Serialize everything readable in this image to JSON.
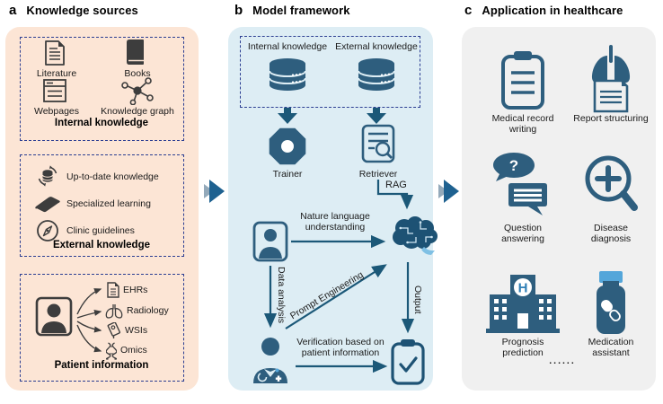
{
  "headers": {
    "a": {
      "letter": "a",
      "title": "Knowledge sources"
    },
    "b": {
      "letter": "b",
      "title": "Model framework"
    },
    "c": {
      "letter": "c",
      "title": "Application in healthcare"
    }
  },
  "panel_a": {
    "internal": {
      "title": "Internal knowledge",
      "items": [
        "Literature",
        "Books",
        "Webpages",
        "Knowledge graph"
      ]
    },
    "external": {
      "title": "External knowledge",
      "items": [
        "Up-to-date knowledge",
        "Specialized learning",
        "Clinic guidelines"
      ]
    },
    "patient": {
      "title": "Patient information",
      "items": [
        "EHRs",
        "Radiology",
        "WSIs",
        "Omics"
      ]
    }
  },
  "panel_b": {
    "sources": [
      "Internal knowledge",
      "External knowledge"
    ],
    "trainer_label": "Trainer",
    "retriever_label": "Retriever",
    "rag_label": "RAG",
    "nlu_label": "Nature language understanding",
    "data_analysis_label": "Data analysis",
    "prompt_label": "Prompt Engineering",
    "output_label": "Output",
    "verification_label": "Verification based on patient information"
  },
  "panel_c": {
    "apps": [
      "Medical record writing",
      "Report structuring",
      "Question answering",
      "Disease diagnosis",
      "Prognosis prediction",
      "Medication assistant"
    ],
    "more_label": "......",
    "question_glyph": "?",
    "hospital_glyph": "H"
  },
  "colors": {
    "panel_a_bg": "#fce5d5",
    "panel_b_bg": "#ddedf4",
    "panel_c_bg": "#f0f0f0",
    "dashed_border": "#2b3e92",
    "icon_gray": "#3d3d3d",
    "steel_blue": "#2e5e7e",
    "arrow_blue": "#1b5878",
    "accent_light_blue": "#54a6da"
  }
}
